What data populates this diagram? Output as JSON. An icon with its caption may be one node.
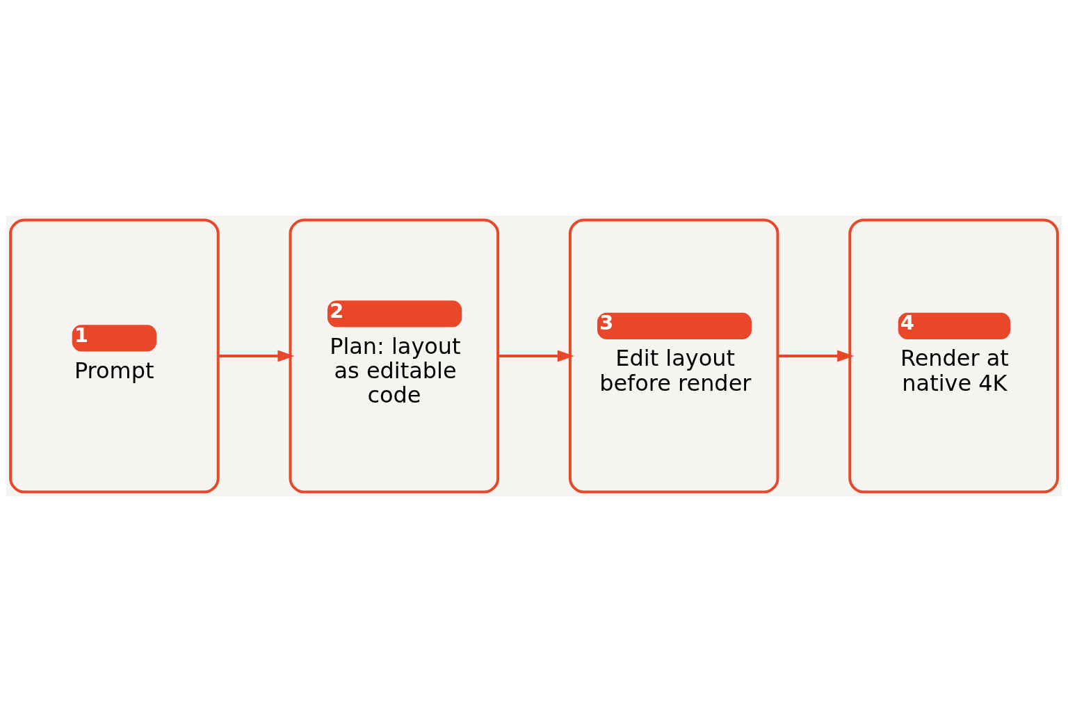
{
  "diagram": {
    "nodes": [
      {
        "text": [
          "1",
          "Prompt"
        ]
      },
      {
        "text": [
          "2",
          "Plan: layout as editable code"
        ]
      },
      {
        "text": [
          "3",
          "Edit layout before render"
        ]
      },
      {
        "text": [
          "4",
          "Render at native 4K"
        ]
      }
    ],
    "edges": [
      {
        "from": 0,
        "to": 1,
        "arrow": "to"
      },
      {
        "from": 1,
        "to": 2,
        "arrow": "to"
      },
      {
        "from": 2,
        "to": 3,
        "arrow": "to"
      }
    ]
  }
}
